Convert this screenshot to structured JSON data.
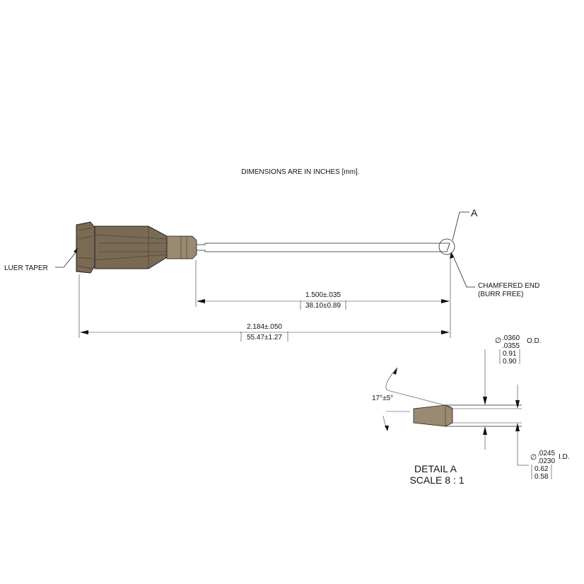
{
  "drawing": {
    "note": "DIMENSIONS ARE IN INCHES [mm].",
    "labels": {
      "luer_taper": "LUER TAPER",
      "detail_ref": "A",
      "chamfered_line1": "CHAMFERED END",
      "chamfered_line2": "(BURR FREE)"
    },
    "dims": {
      "tube_length_in": "1.500±.035",
      "tube_length_mm": "38.10±0.89",
      "overall_length_in": "2.184±.050",
      "overall_length_mm": "55.47±1.27"
    },
    "detail": {
      "title": "DETAIL A",
      "scale": "SCALE 8 : 1",
      "angle": "17°±5°",
      "od_symbol": "∅",
      "od_upper": ".0360",
      "od_lower": ".0355",
      "od_label": "O.D.",
      "od_mm_upper": "0.91",
      "od_mm_lower": "0.90",
      "id_symbol": "∅",
      "id_upper": ".0245",
      "id_lower": ".0230",
      "id_label": "I.D.",
      "id_mm_upper": "0.62",
      "id_mm_lower": "0.58"
    },
    "colors": {
      "part_fill": "#7a6a54",
      "line": "#222222"
    }
  }
}
